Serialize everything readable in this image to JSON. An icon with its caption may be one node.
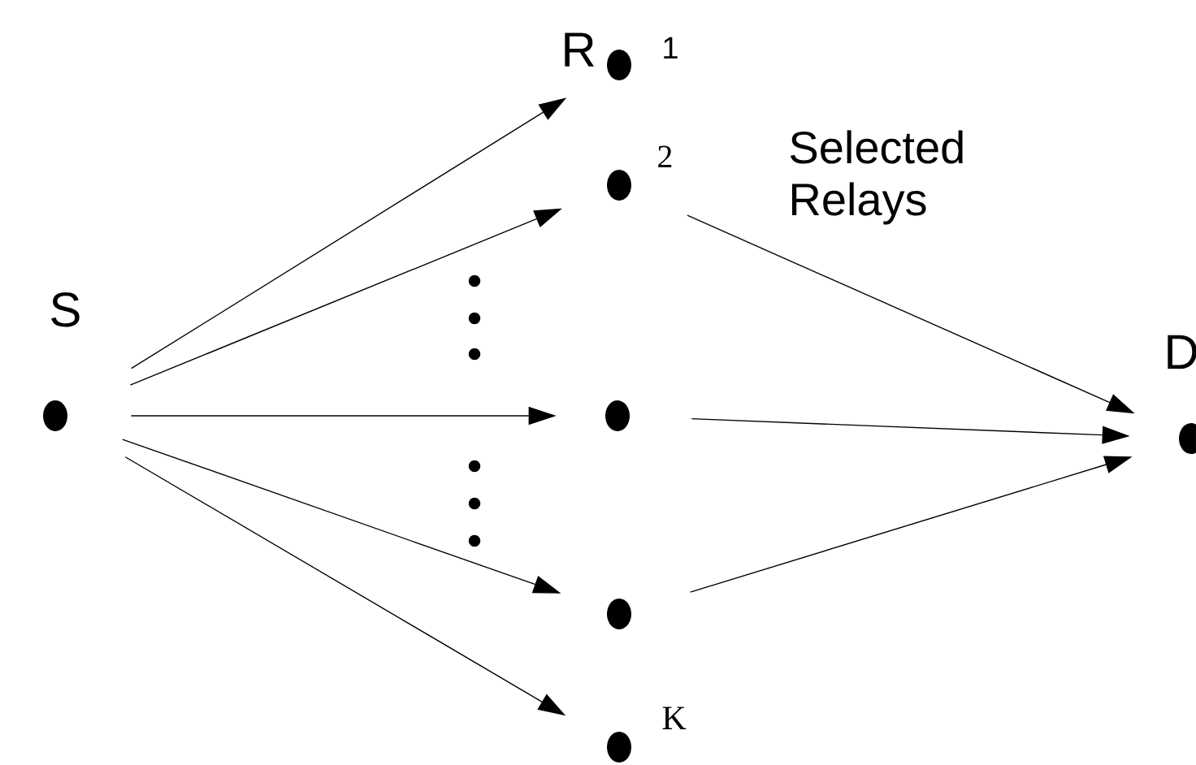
{
  "diagram": {
    "nodes": [
      {
        "text": [],
        "shape": "circle",
        "beside": [
          "S"
        ]
      },
      {
        "text": [],
        "shape": "circle",
        "beside": [
          "1"
        ]
      },
      {
        "text": [],
        "shape": "circle",
        "beside": [
          "2"
        ]
      },
      {
        "text": [],
        "shape": "circle"
      },
      {
        "text": [],
        "shape": "circle"
      },
      {
        "text": [],
        "shape": "circle",
        "beside": [
          "K"
        ]
      },
      {
        "text": [],
        "shape": "circle",
        "beside": [
          "D"
        ]
      }
    ],
    "edges": [
      {
        "from": 0,
        "to": 1,
        "arrow": "to"
      },
      {
        "from": 0,
        "to": 2,
        "arrow": "to"
      },
      {
        "from": 0,
        "to": 3,
        "arrow": "to"
      },
      {
        "from": 0,
        "to": 4,
        "arrow": "to"
      },
      {
        "from": 0,
        "to": 5,
        "arrow": "to"
      },
      {
        "from": 2,
        "to": 6,
        "arrow": "to"
      },
      {
        "from": 3,
        "to": 6,
        "arrow": "to"
      },
      {
        "from": 4,
        "to": 6,
        "arrow": "to"
      }
    ],
    "labels": [
      "R",
      "Selected Relays"
    ]
  }
}
